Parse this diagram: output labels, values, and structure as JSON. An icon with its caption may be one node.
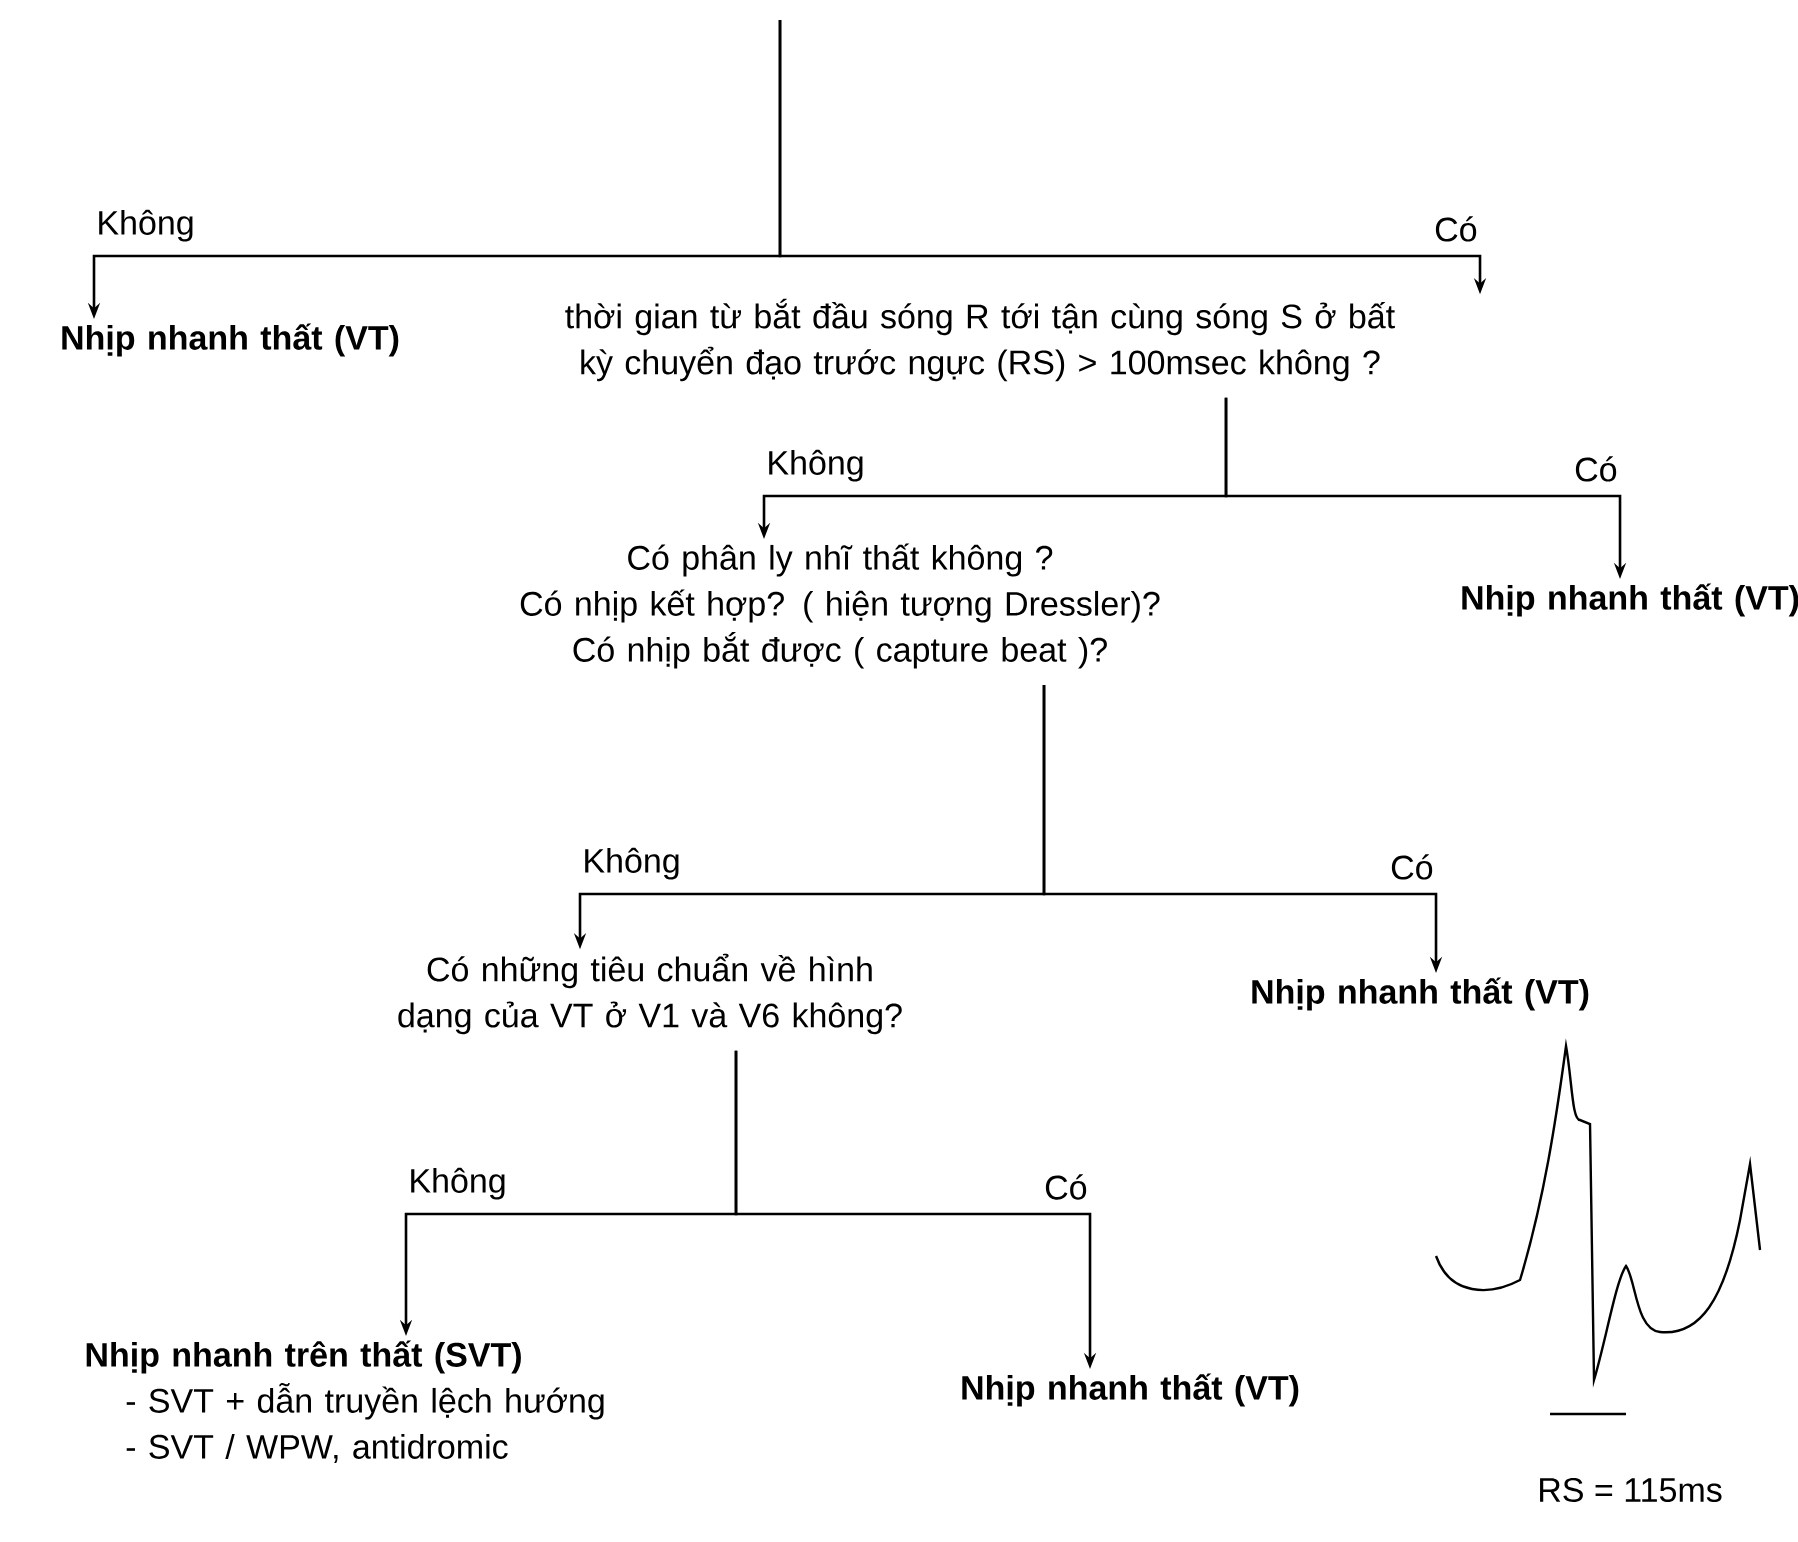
{
  "diagram": {
    "nodes": [
      {
        "text": [
          "Nhịp nhanh thất (VT)"
        ]
      },
      {
        "text": [
          "thời gian từ bắt đầu sóng R tới tận cùng sóng S ở bất kỳ chuyển đạo trước ngực (RS) > 100msec không ?"
        ]
      },
      {
        "text": [
          "Có phân ly nhĩ thất không ?",
          "Có nhịp kết hợp? ( hiện tượng Dressler)?",
          "Có nhịp bắt được ( capture beat )?"
        ]
      },
      {
        "text": [
          "Nhịp nhanh thất (VT)"
        ]
      },
      {
        "text": [
          "Có những tiêu chuẩn về hình dạng của VT ở V1 và V6 không?"
        ]
      },
      {
        "text": [
          "Nhịp nhanh thất (VT)"
        ]
      },
      {
        "text": [
          "Nhịp nhanh trên thất (SVT)",
          "- SVT + dẫn truyền lệch hướng",
          "- SVT / WPW, antidromic"
        ]
      },
      {
        "text": [
          "Nhịp nhanh thất (VT)"
        ]
      }
    ],
    "edges": [
      {
        "from": null,
        "to": 0,
        "arrow": "to",
        "label": "Không"
      },
      {
        "from": null,
        "to": 1,
        "arrow": "to",
        "label": "Có"
      },
      {
        "from": 1,
        "to": 2,
        "arrow": "to",
        "label": "Không"
      },
      {
        "from": 1,
        "to": 3,
        "arrow": "to",
        "label": "Có"
      },
      {
        "from": 2,
        "to": 4,
        "arrow": "to",
        "label": "Không"
      },
      {
        "from": 2,
        "to": 5,
        "arrow": "to",
        "label": "Có"
      },
      {
        "from": 4,
        "to": 6,
        "arrow": "to",
        "label": "Không"
      },
      {
        "from": 4,
        "to": 7,
        "arrow": "to",
        "label": "Có"
      }
    ],
    "labels": [
      "RS = 115ms"
    ]
  }
}
